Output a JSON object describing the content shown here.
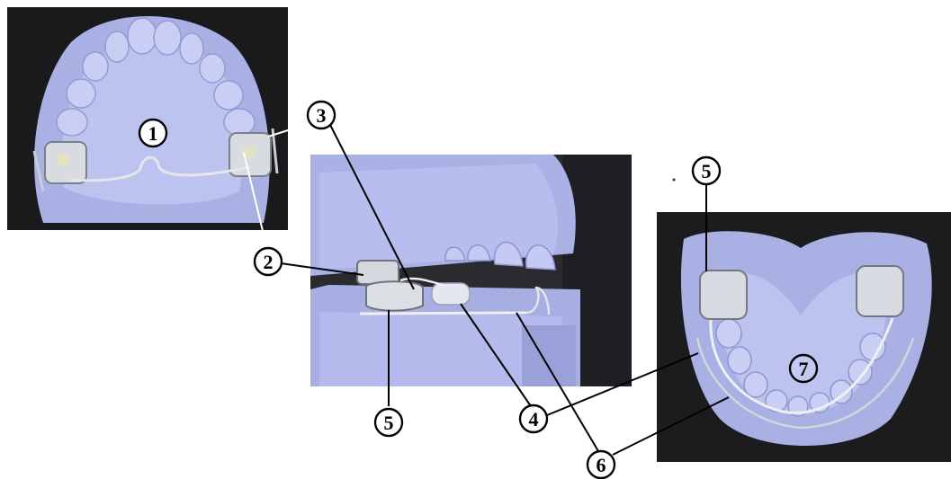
{
  "callouts": {
    "c1": "1",
    "c2": "2",
    "c3": "3",
    "c4": "4",
    "c5a": "5",
    "c5b": "5",
    "c6": "6",
    "c7": "7"
  },
  "colors": {
    "model_blue": "#b9c0ec",
    "model_shadow": "#8f96cf",
    "background_dark": "#1c1c1f",
    "metal": "#cfd3d8",
    "callout_stroke": "#000000"
  }
}
